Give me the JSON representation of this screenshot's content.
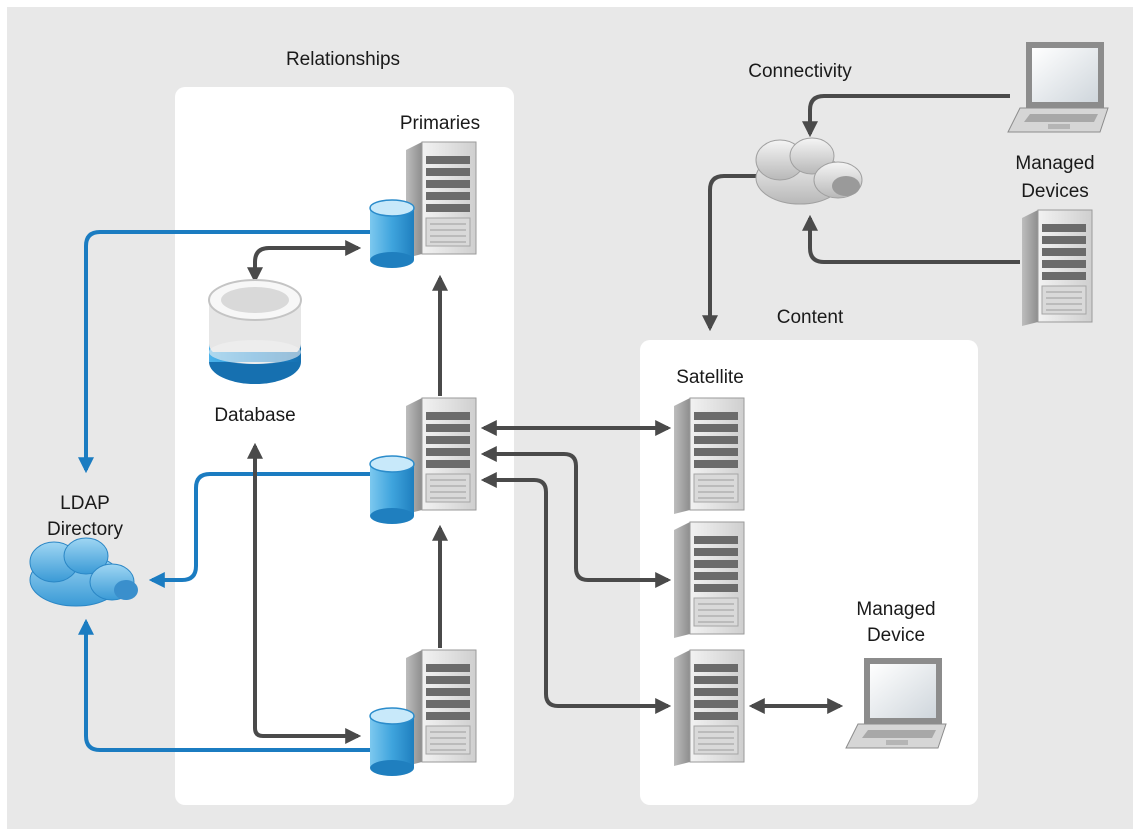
{
  "labels": {
    "relationships": "Relationships",
    "primaries": "Primaries",
    "database": "Database",
    "ldap_line1": "LDAP",
    "ldap_line2": "Directory",
    "connectivity": "Connectivity",
    "managed_devices_line1": "Managed",
    "managed_devices_line2": "Devices",
    "content": "Content",
    "satellite": "Satellite",
    "managed_device_line1": "Managed",
    "managed_device_line2": "Device"
  },
  "colors": {
    "background": "#e8e8e8",
    "panel": "#ffffff",
    "ldap_line": "#1b7cc1",
    "link_line": "#4a4a4a",
    "db_cylinder": "#3fa4dd"
  },
  "icons": {
    "server": "server-icon",
    "database": "database-icon",
    "db_cylinder": "db-cylinder-icon",
    "cloud": "cloud-icon",
    "laptop": "laptop-icon"
  }
}
